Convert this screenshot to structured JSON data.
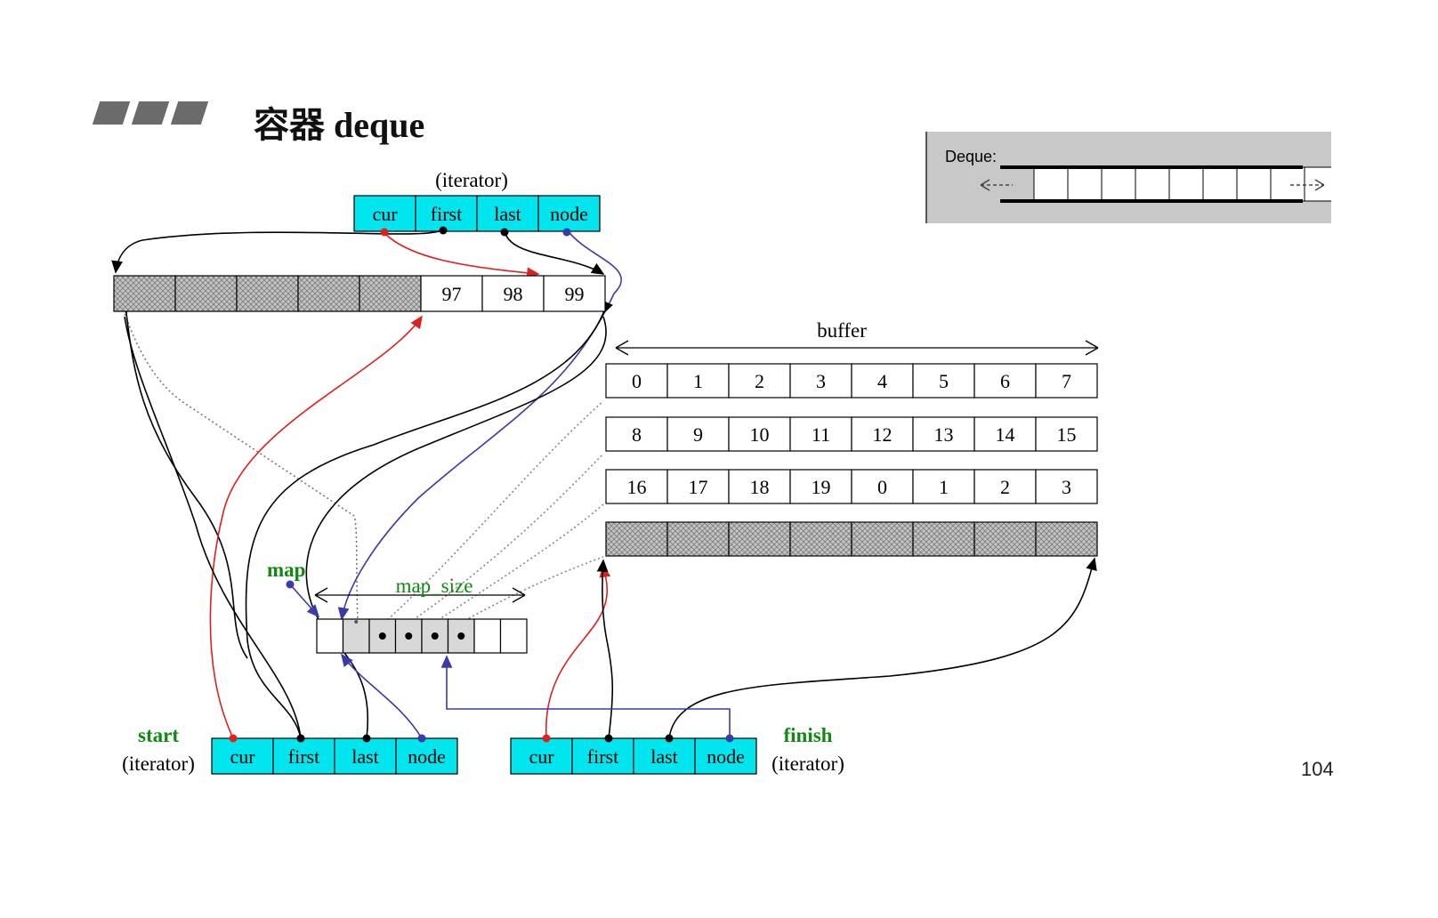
{
  "page": {
    "title": "容器 deque",
    "page_number": "104"
  },
  "deque_inset": {
    "label": "Deque:",
    "cell_count": 9
  },
  "top_iterator": {
    "caption": "(iterator)",
    "fields": [
      "cur",
      "first",
      "last",
      "node"
    ]
  },
  "top_buffer": {
    "hatched_cells": 5,
    "values": [
      "97",
      "98",
      "99"
    ]
  },
  "buffer": {
    "label": "buffer",
    "rows": [
      [
        "0",
        "1",
        "2",
        "3",
        "4",
        "5",
        "6",
        "7"
      ],
      [
        "8",
        "9",
        "10",
        "11",
        "12",
        "13",
        "14",
        "15"
      ],
      [
        "16",
        "17",
        "18",
        "19",
        "0",
        "1",
        "2",
        "3"
      ]
    ],
    "hatched_row_cells": 8
  },
  "map": {
    "label": "map",
    "size_label": "map_size",
    "cells": 8,
    "filled_cells": 5
  },
  "start_iterator": {
    "name": "start",
    "caption": "(iterator)",
    "fields": [
      "cur",
      "first",
      "last",
      "node"
    ]
  },
  "finish_iterator": {
    "name": "finish",
    "caption": "(iterator)",
    "fields": [
      "cur",
      "first",
      "last",
      "node"
    ]
  },
  "colors": {
    "iterator_fill": "#00e5ee",
    "label_green": "#118811",
    "pointer_red": "#e0201f",
    "pointer_blue": "#3a3aaa",
    "hatch": "#b0b0b0"
  }
}
